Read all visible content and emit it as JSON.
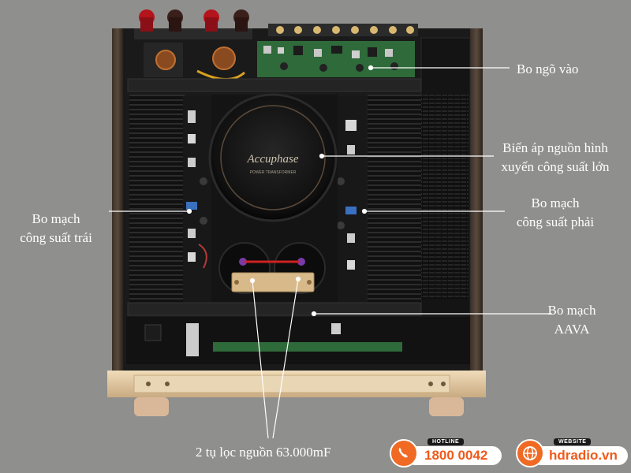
{
  "labels": {
    "input_board": "Bo ngõ vào",
    "transformer_line1": "Biến áp nguồn hình",
    "transformer_line2": "xuyến công suất lớn",
    "right_amp_line1": "Bo mạch",
    "right_amp_line2": "công suất phải",
    "left_amp_line1": "Bo mạch",
    "left_amp_line2": "công suất trái",
    "aava_line1": "Bo mạch",
    "aava_line2": "AAVA",
    "capacitors": "2 tụ lọc nguồn 63.000mF"
  },
  "photo": {
    "transformer_brand": "Accuphase",
    "transformer_caption": "POWER TRANSFORMER"
  },
  "contact": {
    "hotline_caption": "HOTLINE",
    "hotline_number": "1800 0042",
    "website_caption": "WEBSITE",
    "website_url": "hdradio.vn"
  },
  "colors": {
    "background": "#8f8f8d",
    "chassis": "#1c1c1c",
    "front_panel": "#e8d2ae",
    "accent": "#f06a24",
    "label_text": "#ffffff"
  }
}
